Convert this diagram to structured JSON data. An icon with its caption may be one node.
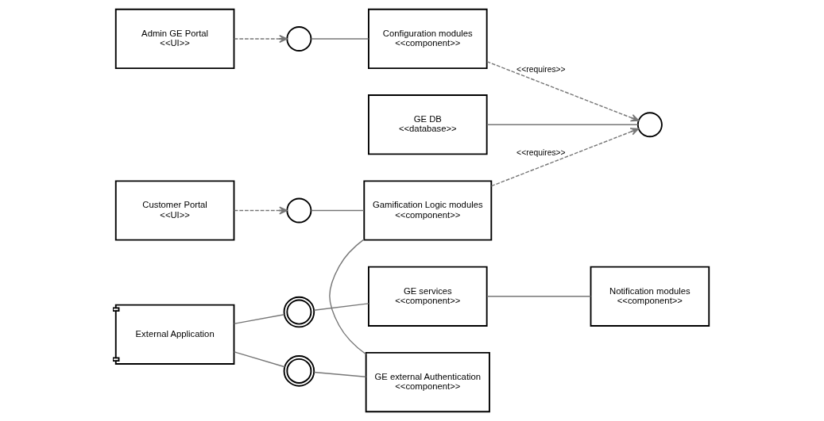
{
  "diagram": {
    "nodes": [
      {
        "text": [
          "Admin GE Portal",
          "<<UI>>"
        ]
      },
      {
        "text": [],
        "shape": "circle"
      },
      {
        "text": [
          "Configuration modules",
          "<<component>>"
        ]
      },
      {
        "text": [],
        "shape": "circle"
      },
      {
        "text": [
          "GE DB",
          "<<database>>"
        ]
      },
      {
        "text": [
          "Customer Portal",
          "<<UI>>"
        ]
      },
      {
        "text": [],
        "shape": "circle"
      },
      {
        "text": [
          "Gamification Logic modules",
          "<<component>>"
        ]
      },
      {
        "text": [
          "GE services",
          "<<component>>"
        ]
      },
      {
        "text": [
          "Notification modules",
          "<<component>>"
        ]
      },
      {
        "text": [],
        "shape": "circle"
      },
      {
        "text": [
          "External Application"
        ]
      },
      {
        "text": [],
        "shape": "circle"
      },
      {
        "text": [
          "GE external Authentication",
          "<<component>>"
        ]
      }
    ],
    "edges": [
      {
        "from": 0,
        "to": 1,
        "arrow": "to",
        "style": "dashed"
      },
      {
        "from": 2,
        "to": 1,
        "arrow": "none"
      },
      {
        "from": 2,
        "to": 3,
        "arrow": "to",
        "style": "dashed",
        "label": "<<requires>>"
      },
      {
        "from": 4,
        "to": 3,
        "arrow": "none"
      },
      {
        "from": 5,
        "to": 6,
        "arrow": "to",
        "style": "dashed"
      },
      {
        "from": 7,
        "to": 6,
        "arrow": "none"
      },
      {
        "from": 7,
        "to": 3,
        "arrow": "to",
        "style": "dashed",
        "label": "<<requires>>"
      },
      {
        "from": 7,
        "to": 13,
        "arrow": "none"
      },
      {
        "from": 8,
        "to": 9,
        "arrow": "none"
      },
      {
        "from": 11,
        "to": 10,
        "arrow": "none"
      },
      {
        "from": 10,
        "to": 8,
        "arrow": "none"
      },
      {
        "from": 11,
        "to": 12,
        "arrow": "none"
      },
      {
        "from": 12,
        "to": 13,
        "arrow": "none"
      }
    ]
  }
}
